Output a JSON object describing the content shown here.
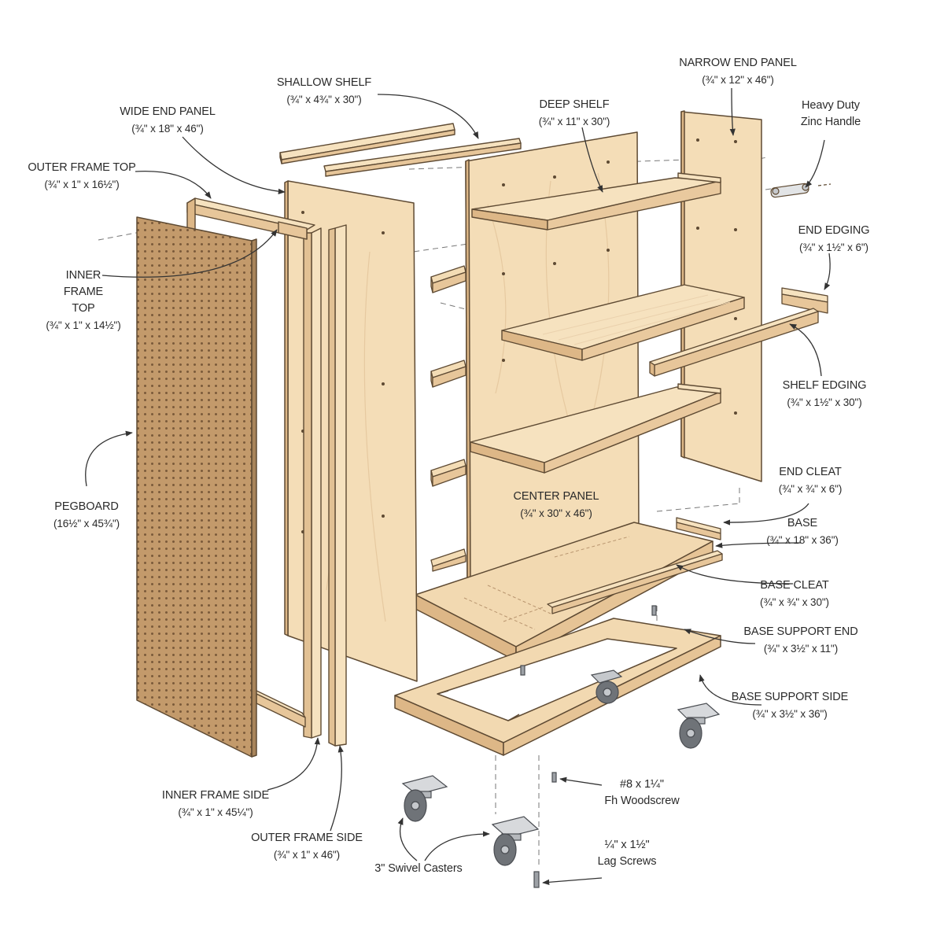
{
  "diagram": {
    "palette": {
      "wood_light": "#f6e2bf",
      "wood_mid": "#efd3a8",
      "wood_dark": "#ddb787",
      "wood_edge": "#c9a071",
      "outline": "#5e4a33",
      "pegboard": "#c39a6b",
      "pegboard_hole": "#7a5a3a",
      "metal": "#c5c8cc",
      "wheel": "#6f7378",
      "leader": "#333333"
    },
    "parts": {
      "shallow_shelf": {
        "name": "SHALLOW SHELF",
        "dims": "(¾\" x 4¾\" x 30\")"
      },
      "narrow_end_panel": {
        "name": "NARROW END PANEL",
        "dims": "(¾\" x 12\" x 46\")"
      },
      "heavy_duty_handle": {
        "line1": "Heavy Duty",
        "line2": "Zinc Handle"
      },
      "wide_end_panel": {
        "name": "WIDE END PANEL",
        "dims": "(¾\" x 18\" x 46\")"
      },
      "deep_shelf": {
        "name": "DEEP SHELF",
        "dims": "(¾\" x 11\" x 30\")"
      },
      "outer_frame_top": {
        "name": "OUTER FRAME TOP",
        "dims": "(¾\" x 1\" x 16½\")"
      },
      "end_edging": {
        "name": "END EDGING",
        "dims": "(¾\" x 1½\" x 6\")"
      },
      "inner_frame_top": {
        "line1": "INNER",
        "line2": "FRAME",
        "line3": "TOP",
        "dims": "(¾\" x 1\" x 14½\")"
      },
      "shelf_edging": {
        "name": "SHELF EDGING",
        "dims": "(¾\" x 1½\" x 30\")"
      },
      "end_cleat": {
        "name": "END CLEAT",
        "dims": "(¾\" x ¾\" x 6\")"
      },
      "center_panel": {
        "name": "CENTER PANEL",
        "dims": "(¾\" x 30\" x 46\")"
      },
      "pegboard": {
        "name": "PEGBOARD",
        "dims": "(16½\" x 45¾\")"
      },
      "base": {
        "name": "BASE",
        "dims": "(¾\" x 18\" x 36\")"
      },
      "base_cleat": {
        "name": "BASE CLEAT",
        "dims": "(¾\" x ¾\" x 30\")"
      },
      "base_support_end": {
        "name": "BASE SUPPORT END",
        "dims": "(¾\" x 3½\" x 11\")"
      },
      "base_support_side": {
        "name": "BASE SUPPORT SIDE",
        "dims": "(¾\" x 3½\" x 36\")"
      },
      "inner_frame_side": {
        "name": "INNER FRAME SIDE",
        "dims": "(¾\" x 1\" x 45¼\")"
      },
      "woodscrew": {
        "line1": "#8 x 1¼\"",
        "line2": "Fh Woodscrew"
      },
      "outer_frame_side": {
        "name": "OUTER FRAME SIDE",
        "dims": "(¾\" x 1\" x 46\")"
      },
      "swivel_casters": {
        "name": "3\" Swivel Casters"
      },
      "lag_screws": {
        "line1": "¼\" x 1½\"",
        "line2": "Lag Screws"
      }
    }
  }
}
